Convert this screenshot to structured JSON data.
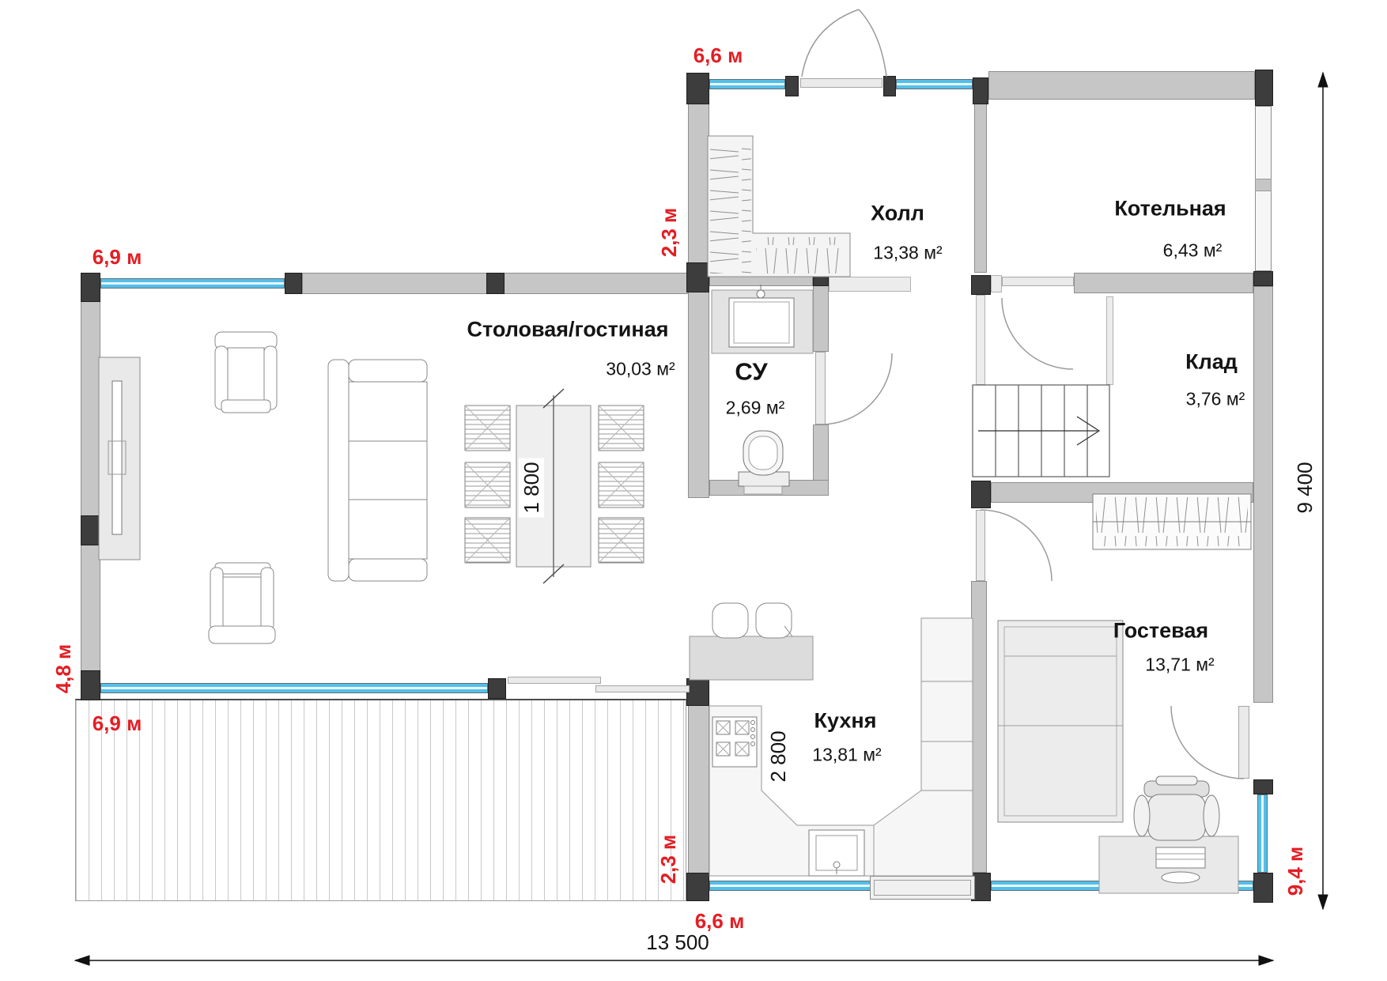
{
  "rooms": {
    "hall": {
      "name": "Холл",
      "area": "13,38 м²"
    },
    "boiler": {
      "name": "Котельная",
      "area": "6,43 м²"
    },
    "living": {
      "name": "Столовая/гостиная",
      "area": "30,03 м²"
    },
    "bathroom": {
      "name": "СУ",
      "area": "2,69 м²"
    },
    "storage": {
      "name": "Клад",
      "area": "3,76 м²"
    },
    "kitchen": {
      "name": "Кухня",
      "area": "13,81 м²"
    },
    "guest": {
      "name": "Гостевая",
      "area": "13,71 м²"
    }
  },
  "dims_red": {
    "top_entry": "6,6 м",
    "hall_side": "2,3 м",
    "top_left": "6,9 м",
    "left_bottom": "4,8 м",
    "terrace": "6,9 м",
    "kitchen_side": "2,3 м",
    "bottom_entry": "6,6 м",
    "right_bottom": "9,4 м"
  },
  "dims_black": {
    "total_width": "13 500",
    "total_height": "9 400",
    "table_length": "1 800",
    "kitchen_width": "2 800"
  },
  "colors": {
    "dimension_red": "#e31e24",
    "wall_gray": "#c6c6c6",
    "post_dark": "#3d3d3d",
    "window_blue": "#54bfe9"
  }
}
